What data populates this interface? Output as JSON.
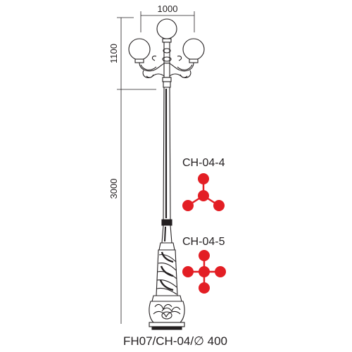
{
  "dimensions": {
    "width_label": "1000",
    "top_height_label": "1100",
    "pole_height_label": "3000"
  },
  "configs": [
    {
      "label": "CH-04-4"
    },
    {
      "label": "CH-04-5"
    }
  ],
  "caption": "FH07/CH-04/∅ 400",
  "colors": {
    "line": "#231f20",
    "dot": "#e31e24",
    "globe_fill": "#ffffff"
  }
}
